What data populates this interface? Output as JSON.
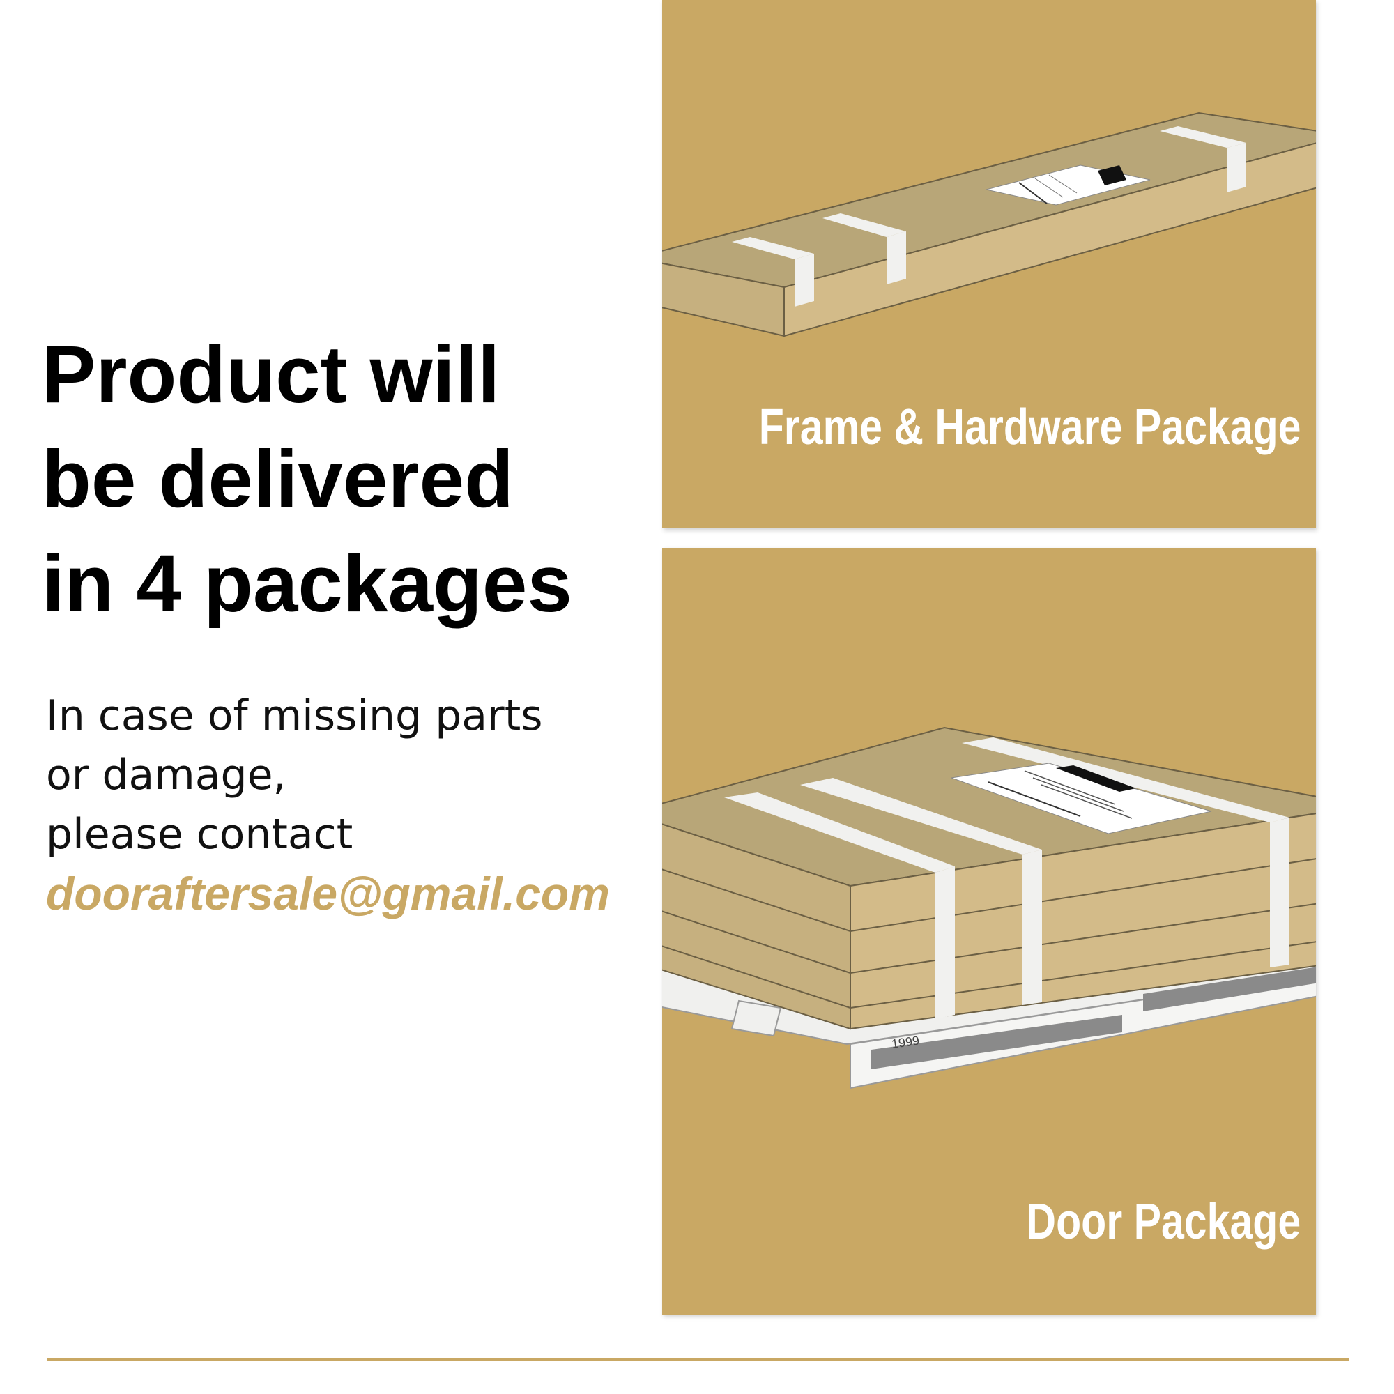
{
  "headline": {
    "lines": [
      "Product will",
      "be delivered",
      "in 4 packages"
    ]
  },
  "contact": {
    "lines": [
      "In case of missing parts",
      "or damage,",
      "please contact"
    ],
    "email": "dooraftersale@gmail.com"
  },
  "packages": {
    "frame_label": "Frame & Hardware Package",
    "door_label": "Door Package",
    "pallet_stamp": "1999"
  },
  "colors": {
    "accent": "#c9a864",
    "box_top": "#b8a678",
    "box_side": "#d3bb89",
    "strap": "#f1f1ef"
  }
}
